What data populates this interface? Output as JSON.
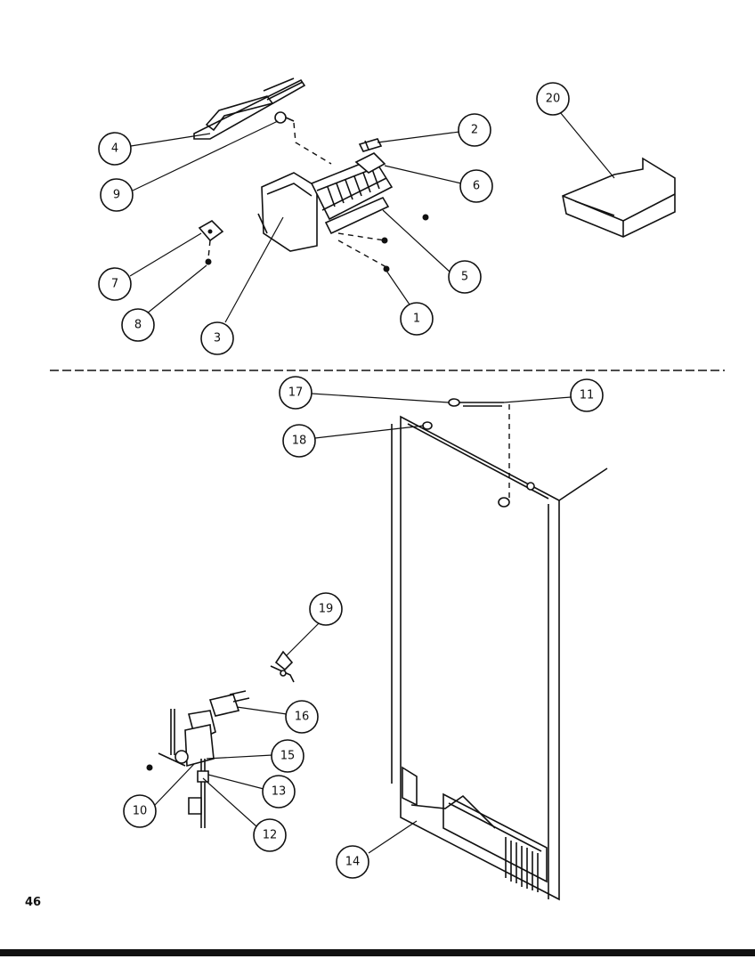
{
  "page_number": "46",
  "callouts": [
    "1",
    "2",
    "3",
    "4",
    "5",
    "6",
    "7",
    "8",
    "9",
    "10",
    "11",
    "12",
    "13",
    "14",
    "15",
    "16",
    "17",
    "18",
    "19",
    "20"
  ]
}
